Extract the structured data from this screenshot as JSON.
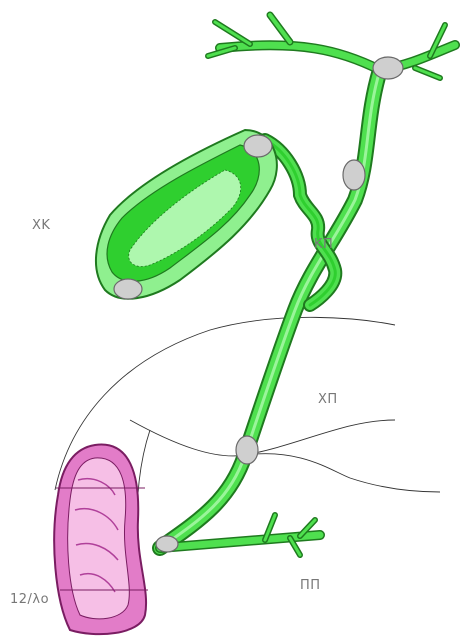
{
  "labels": {
    "gallbladder": "ΧΚ",
    "cystic_duct": "ΚΠ",
    "bile_duct": "ΧΠ",
    "pancreatic_duct": "ΠΠ",
    "duodenum": "12/λο"
  },
  "colors": {
    "duct_fill": "#4fe04f",
    "duct_stroke": "#1f7a1f",
    "duct_lumen": "#9af59a",
    "gallbladder_outer": "#8ff08f",
    "gallbladder_inner": "#2fcf2f",
    "stone_fill": "#cfcfcf",
    "stone_stroke": "#6a6a6a",
    "duodenum_outer": "#e27cc8",
    "duodenum_inner": "#f6bfe6",
    "duodenum_stroke": "#7a1d62",
    "outline": "#333333"
  }
}
